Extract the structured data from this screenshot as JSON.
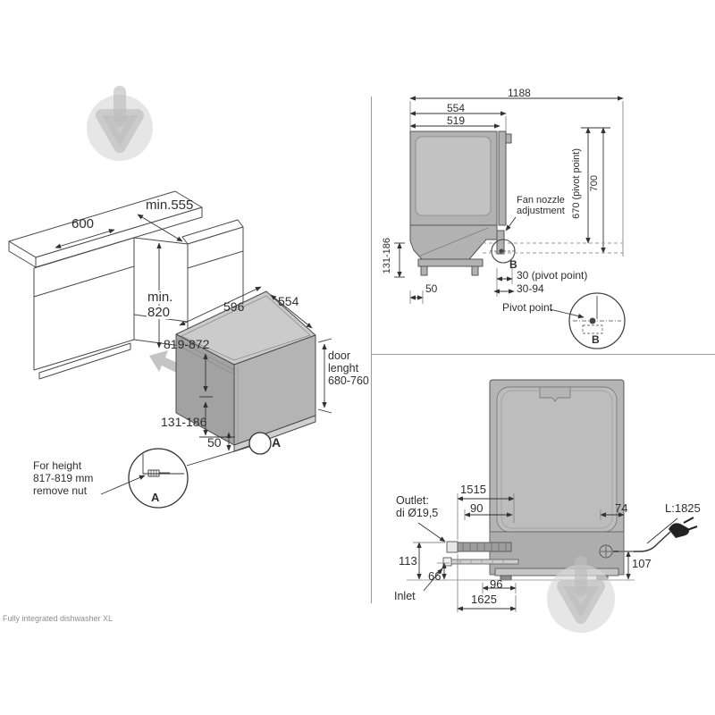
{
  "caption": "Fully integrated dishwasher XL",
  "watermark_icon": "store-logo-watermark",
  "installation": {
    "dim_width": "600",
    "dim_niche_depth": "min.555",
    "dim_niche_height_line1": "min.",
    "dim_niche_height_line2": "820",
    "dim_unit_height": "819-872",
    "dim_unit_width": "596",
    "dim_unit_depth": "554",
    "door_line1": "door",
    "door_line2": "lenght",
    "door_line3": "680-760",
    "dim_plinth": "131-186",
    "dim_foot_offset": "50",
    "detail_marker": "A"
  },
  "detail_a": {
    "text_line1": "For height",
    "text_line2": "817-819 mm",
    "text_line3": "remove nut",
    "marker": "A"
  },
  "side_view": {
    "dim_total_depth": "1188",
    "dim_depth": "554",
    "dim_inner_depth": "519",
    "dim_pivot_height": "670 (pivot point)",
    "dim_height": "700",
    "dim_plinth": "131-186",
    "dim_foot_offset": "50",
    "fan_line1": "Fan nozzle",
    "fan_line2": "adjustment",
    "pivot_marker": "B",
    "dim_pivot_offset": "30 (pivot point)",
    "dim_pivot_range": "30-94"
  },
  "pivot_detail": {
    "label": "Pivot point",
    "marker": "B"
  },
  "rear_view": {
    "outlet_line1": "Outlet:",
    "outlet_line2": "di Ø19,5",
    "dim_1515": "1515",
    "dim_90": "90",
    "dim_74": "74",
    "cord_length": "L:1825",
    "dim_113": "113",
    "dim_66": "66",
    "dim_96": "96",
    "dim_1625": "1625",
    "dim_107": "107",
    "inlet_label": "Inlet"
  }
}
